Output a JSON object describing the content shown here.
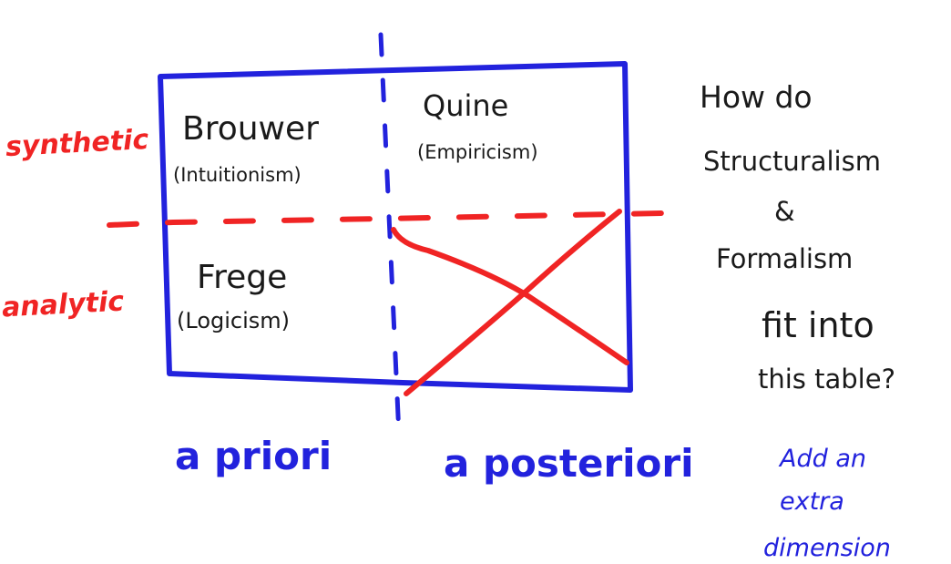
{
  "colors": {
    "grid": "#2222dd",
    "axis_labels": "#2222dd",
    "row_labels": "#f02424",
    "divider_row": "#f02424",
    "cross_mark": "#f02424",
    "text": "#1a1a1a",
    "note": "#2222dd"
  },
  "rows": {
    "synthetic": "synthetic",
    "analytic": "analytic"
  },
  "columns": {
    "a_priori": "a priori",
    "a_posteriori": "a posteriori"
  },
  "cells": {
    "synthetic_a_priori": {
      "name": "Brouwer",
      "school": "(Intuitionism)"
    },
    "synthetic_a_posteriori": {
      "name": "Quine",
      "school": "(Empiricism)"
    },
    "analytic_a_priori": {
      "name": "Frege",
      "school": "(Logicism)"
    },
    "analytic_a_posteriori": {
      "crossed_out": true
    }
  },
  "question": {
    "line1": "How do",
    "line2": "Structuralism",
    "line3": "&",
    "line4": "Formalism",
    "line5": "fit into",
    "line6": "this table?"
  },
  "note": {
    "line1": "Add an",
    "line2": "extra",
    "line3": "dimension"
  }
}
